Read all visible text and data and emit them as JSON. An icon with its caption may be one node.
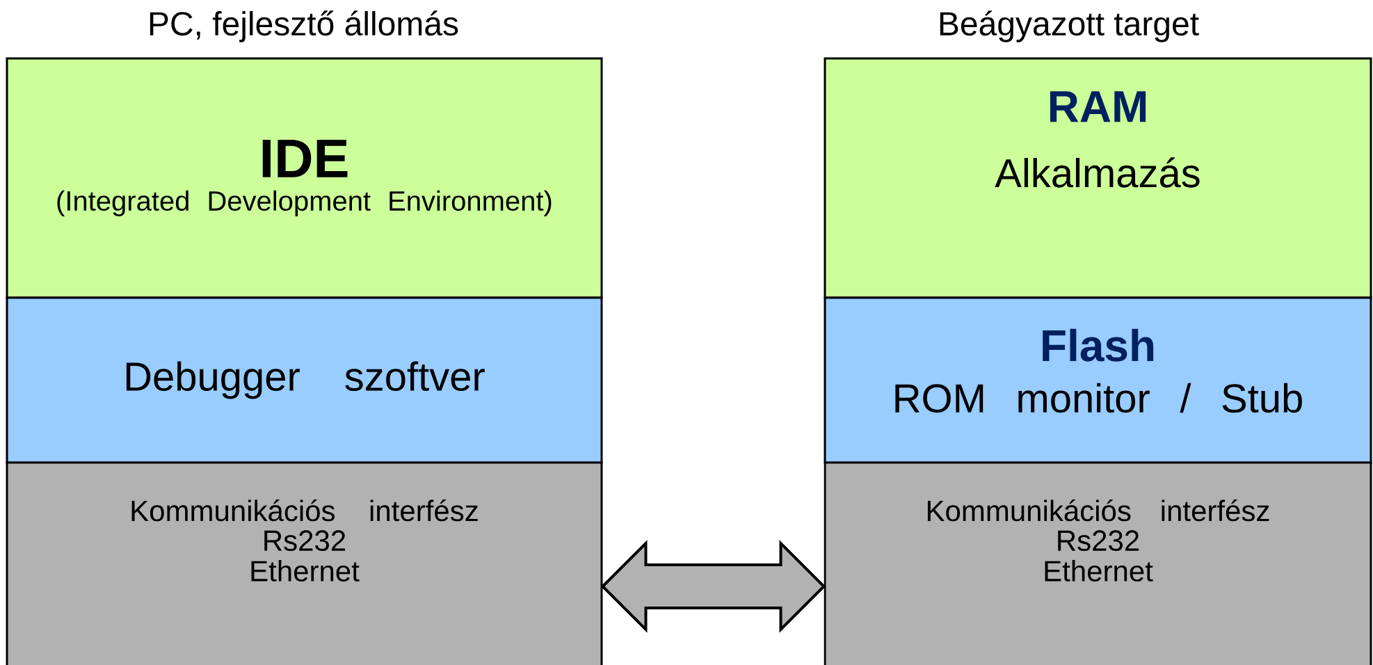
{
  "diagram": {
    "nodes": [
      {
        "text": [
          "IDE",
          "(Integrated Development Environment)"
        ]
      },
      {
        "text": [
          "Debugger szoftver"
        ]
      },
      {
        "text": [
          "Kommunikációs interfész",
          "Rs232",
          "Ethernet"
        ]
      },
      {
        "text": [
          "RAM",
          "Alkalmazás"
        ]
      },
      {
        "text": [
          "Flash",
          "ROM monitor / Stub"
        ]
      },
      {
        "text": [
          "Kommunikációs interfész",
          "Rs232",
          "Ethernet"
        ]
      }
    ],
    "edges": [
      {
        "from": 2,
        "to": 5,
        "arrow": "both"
      }
    ],
    "labels": [
      "PC, fejlesztő állomás",
      "Beágyazott target"
    ]
  }
}
